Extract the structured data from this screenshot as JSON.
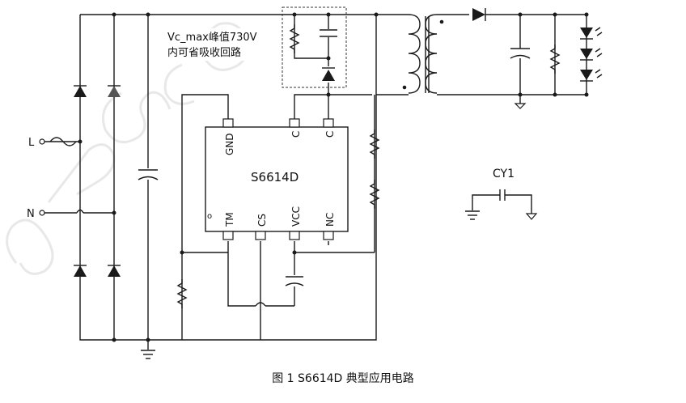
{
  "watermark": "SPS CO",
  "annotation": {
    "line1": "Vc_max峰值730V",
    "line2": "内可省吸收回路"
  },
  "terminals": {
    "live": "L",
    "neutral": "N"
  },
  "ic": {
    "name": "S6614D",
    "pins_top": [
      "GND",
      "C",
      "C"
    ],
    "pins_bottom": [
      "TM",
      "CS",
      "VCC",
      "NC"
    ],
    "pin1_marker": "o"
  },
  "capacitor_label": "CY1",
  "caption": "图 1 S6614D 典型应用电路"
}
